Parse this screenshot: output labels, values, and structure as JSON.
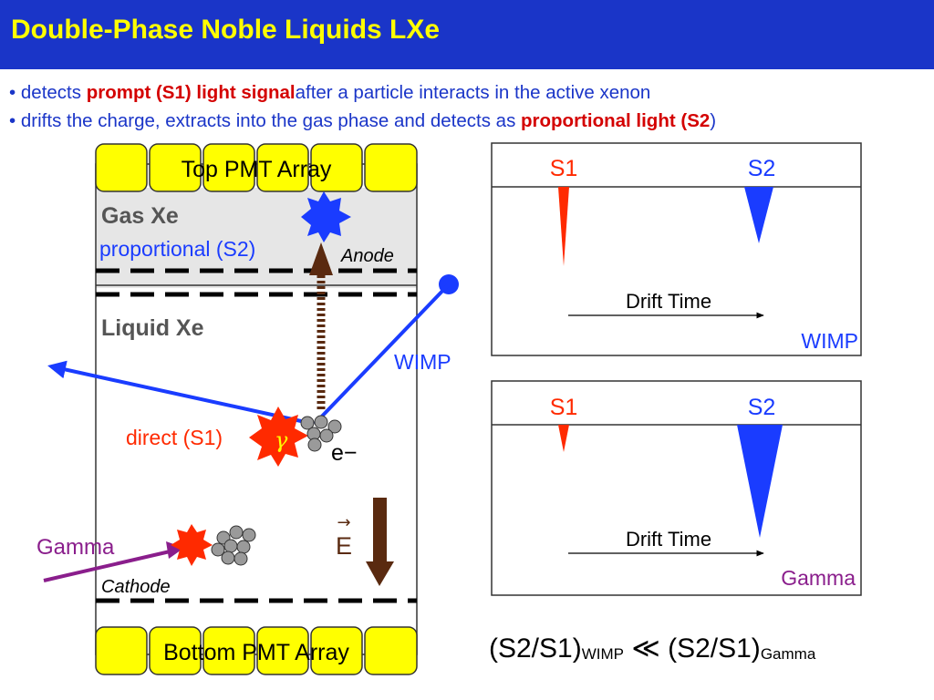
{
  "slide": {
    "title": "Double-Phase Noble Liquids LXe",
    "bullet1": {
      "marker": "•",
      "pre": "detects ",
      "highlight": "prompt (S1) light signal",
      "post": "after a particle interacts in the active xenon"
    },
    "bullet2": {
      "marker": "•",
      "pre": "drifts the charge, extracts into the gas phase and detects as ",
      "highlight": "proportional light (S2",
      "post": ")"
    }
  },
  "detector": {
    "top_pmt": "Top PMT Array",
    "bottom_pmt": "Bottom PMT Array",
    "gas_label": "Gas Xe",
    "prop_label": "proportional (S2)",
    "anode_label": "Anode",
    "liquid_label": "Liquid Xe",
    "wimp_label": "WIMP",
    "direct_label": "direct (S1)",
    "gamma_symbol": "γ",
    "electron_label": "e−",
    "field_label": "E",
    "field_arrow": "→",
    "gamma_label": "Gamma",
    "cathode_label": "Cathode"
  },
  "panels": {
    "wimp": {
      "s1": "S1",
      "s2": "S2",
      "drift": "Drift Time",
      "corner": "WIMP"
    },
    "gamma": {
      "s1": "S1",
      "s2": "S2",
      "drift": "Drift Time",
      "corner": "Gamma"
    }
  },
  "ratio": {
    "left": "(S2/S1)",
    "left_sub": "WIMP",
    "op": "≪",
    "right": "(S2/S1)",
    "right_sub": "Gamma"
  },
  "colors": {
    "title_bg": "#1a35c8",
    "title_text": "#ffff00",
    "bullet_text": "#1a35c8",
    "highlight": "#d40000",
    "pmt": "#ffff00",
    "gas_region": "#e6e6e6",
    "s1_red": "#ff2a00",
    "s2_blue": "#1a3cff",
    "gamma_purple": "#8a1e8c",
    "drift_brown": "#5a2a10"
  }
}
